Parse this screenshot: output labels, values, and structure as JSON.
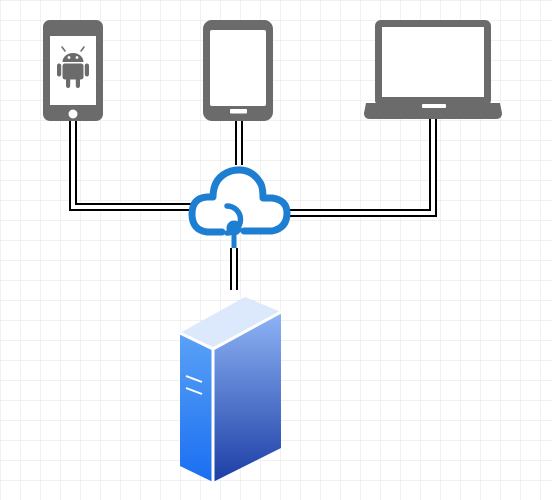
{
  "diagram": {
    "kind": "network-architecture",
    "background": {
      "grid": true,
      "grid_color": "#e3e3e3"
    },
    "colors": {
      "device": "#6b6b6b",
      "cloud": "#1e7fd2",
      "connector": "#000000",
      "server_gradient_top": "#8fb4f5",
      "server_gradient_bottom": "#1c3ea6",
      "server_front_top": "#5aa2f6",
      "server_front_bottom": "#1a6ef2"
    },
    "nodes": [
      {
        "id": "android-phone",
        "icon": "android-phone-icon"
      },
      {
        "id": "smartphone",
        "icon": "smartphone-icon"
      },
      {
        "id": "laptop",
        "icon": "laptop-icon"
      },
      {
        "id": "cloud",
        "icon": "cloud-service-icon"
      },
      {
        "id": "server",
        "icon": "server-tower-icon"
      }
    ],
    "edges": [
      {
        "from": "android-phone",
        "to": "cloud",
        "style": "double-line"
      },
      {
        "from": "smartphone",
        "to": "cloud",
        "style": "double-line"
      },
      {
        "from": "laptop",
        "to": "cloud",
        "style": "double-line"
      },
      {
        "from": "cloud",
        "to": "server",
        "style": "double-line"
      }
    ]
  }
}
